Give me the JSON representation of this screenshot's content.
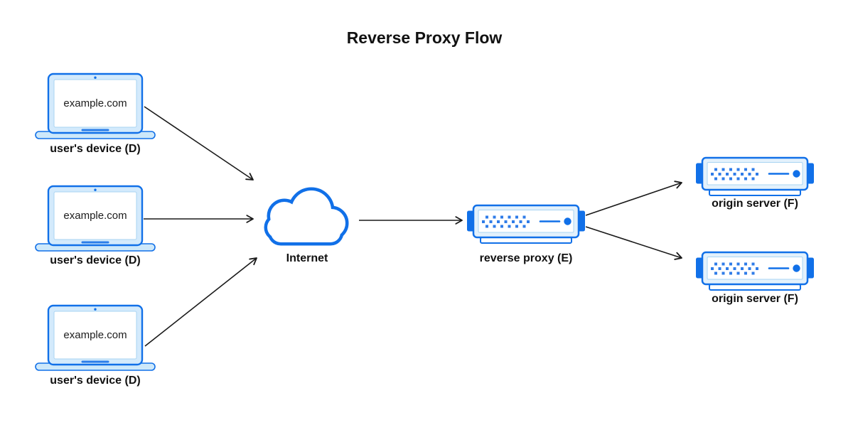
{
  "title": "Reverse Proxy Flow",
  "nodes": {
    "devices": [
      {
        "screen_text": "example.com",
        "label": "user's device (D)"
      },
      {
        "screen_text": "example.com",
        "label": "user's device (D)"
      },
      {
        "screen_text": "example.com",
        "label": "user's device (D)"
      }
    ],
    "internet": {
      "label": "Internet"
    },
    "reverse_proxy": {
      "label": "reverse proxy (E)"
    },
    "origin_servers": [
      {
        "label": "origin server (F)"
      },
      {
        "label": "origin server (F)"
      }
    ]
  },
  "colors": {
    "primary_blue": "#1170e8",
    "dot_blue": "#2f7ce8",
    "laptop_bezel": "#d3eafc",
    "server_bezel": "#e3f1fc",
    "base_fill": "#cde8fa",
    "arrow_black": "#1a1a1a",
    "text_color": "#111111",
    "background": "#ffffff"
  }
}
